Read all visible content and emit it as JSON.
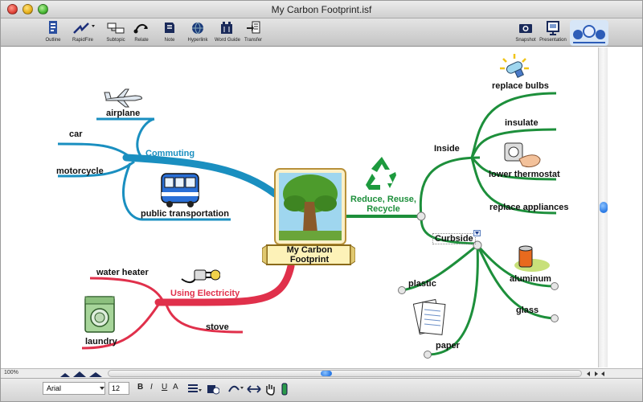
{
  "window": {
    "title": "My Carbon Footprint.isf"
  },
  "toolbar": {
    "items": [
      {
        "label": "Outline",
        "icon": "outline-icon"
      },
      {
        "label": "RapidFire",
        "icon": "rapidfire-icon"
      },
      {
        "label": "Subtopic",
        "icon": "subtopic-icon"
      },
      {
        "label": "Relate",
        "icon": "relate-icon"
      },
      {
        "label": "Note",
        "icon": "note-icon"
      },
      {
        "label": "Hyperlink",
        "icon": "hyperlink-icon"
      },
      {
        "label": "Word Guide",
        "icon": "word-guide-icon"
      },
      {
        "label": "Transfer",
        "icon": "transfer-icon"
      },
      {
        "label": "Snapshot",
        "icon": "snapshot-icon"
      },
      {
        "label": "Presentation",
        "icon": "presentation-icon"
      }
    ]
  },
  "map": {
    "central": {
      "line1": "My Carbon",
      "line2": "Footprint"
    },
    "commuting": {
      "label": "Commuting",
      "children": {
        "airplane": "airplane",
        "car": "car",
        "motorcycle": "motorcycle",
        "public": "public transportation"
      }
    },
    "electricity": {
      "label": "Using Electricity",
      "children": {
        "water_heater": "water heater",
        "stove": "stove",
        "laundry": "laundry"
      }
    },
    "reduce": {
      "label_line1": "Reduce, Reuse,",
      "label_line2": "Recycle",
      "inside": {
        "label": "Inside",
        "children": {
          "bulbs": "replace bulbs",
          "insulate": "insulate",
          "thermostat": "lower thermostat",
          "appliances": "replace appliances"
        }
      },
      "curbside": {
        "label": "Curbside",
        "children": {
          "plastic": "plastic",
          "aluminum": "aluminum",
          "glass": "glass",
          "paper": "paper"
        }
      }
    },
    "colors": {
      "blue": "#1a8fc0",
      "green": "#1d8f3b",
      "red": "#e0304b"
    }
  },
  "status": {
    "zoom": "100%"
  },
  "format": {
    "font": "Arial",
    "size": "12",
    "bold": "B",
    "italic": "I",
    "underline": "U",
    "color": "A"
  }
}
